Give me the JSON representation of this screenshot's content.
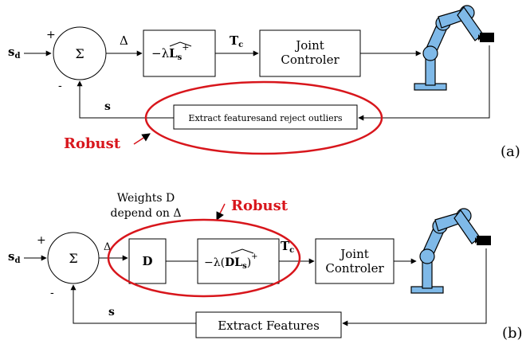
{
  "panel_a": {
    "input_label": "s",
    "input_sub": "d",
    "plus": "+",
    "minus": "-",
    "sum_symbol": "Σ",
    "delta_label": "Δ",
    "gain_prefix": "−λ",
    "gain_matrix": "L",
    "gain_matrix_sub": "s",
    "gain_sup": "+",
    "tc_label": "T",
    "tc_sub": "c",
    "joint_line1": "Joint",
    "joint_line2": "Controler",
    "feedback_label": "s",
    "extract_label": "Extract featuresand reject outliers",
    "robust_label": "Robust",
    "panel_tag": "(a)"
  },
  "panel_b": {
    "weights_line1": "Weights D",
    "weights_line2": "depend on Δ",
    "robust_label": "Robust",
    "input_label": "s",
    "input_sub": "d",
    "plus": "+",
    "minus": "-",
    "sum_symbol": "Σ",
    "delta_label": "Δ",
    "d_block": "D",
    "gain_prefix": "−λ(",
    "gain_matrix": "DL",
    "gain_matrix_sub": "s",
    "gain_suffix": ")",
    "gain_sup": "+",
    "tc_label": "T",
    "tc_sub": "c",
    "joint_line1": "Joint",
    "joint_line2": "Controler",
    "feedback_label": "s",
    "extract_label": "Extract Features",
    "panel_tag": "(b)"
  },
  "colors": {
    "robust_red": "#d8161c",
    "robot_blue": "#7fb9e8"
  }
}
